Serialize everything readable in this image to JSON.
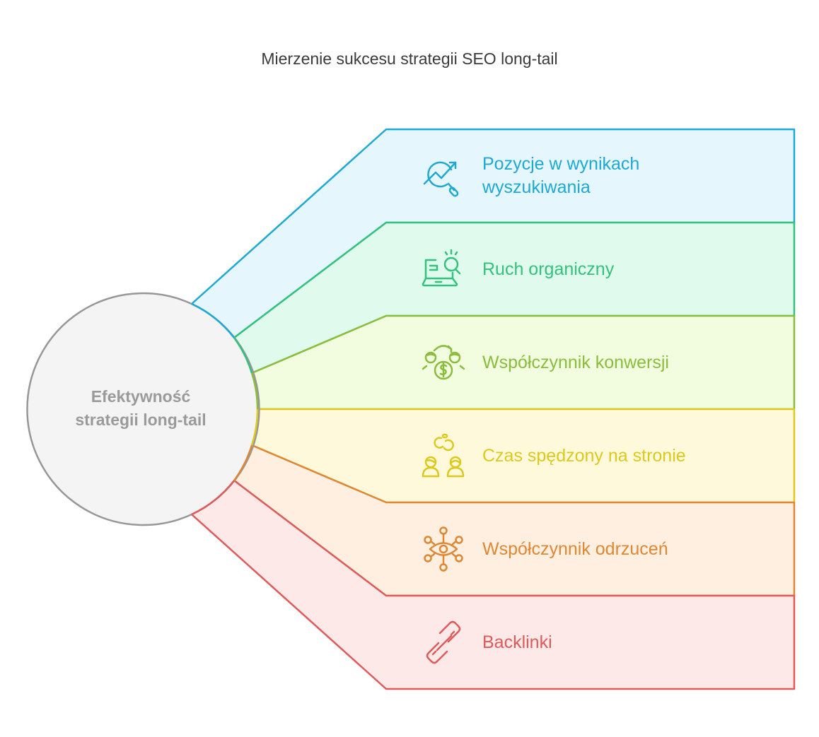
{
  "title": "Mierzenie sukcesu strategii SEO long-tail",
  "center": {
    "line1": "Efektywność",
    "line2": "strategii long-tail",
    "fill": "#f4f4f4",
    "stroke": "#979797"
  },
  "items": [
    {
      "label_line1": "Pozycje w wynikach",
      "label_line2": "wyszukiwania",
      "icon": "search-trend-icon",
      "color": "#1ea9d4",
      "fill": "#e5f7fd"
    },
    {
      "label_line1": "Ruch organiczny",
      "label_line2": "",
      "icon": "laptop-search-icon",
      "color": "#33c27b",
      "fill": "#e0fbee"
    },
    {
      "label_line1": "Współczynnik konwersji",
      "label_line2": "",
      "icon": "money-exchange-icon",
      "color": "#8bbd3c",
      "fill": "#f1fdde"
    },
    {
      "label_line1": "Czas spędzony na stronie",
      "label_line2": "",
      "icon": "users-link-icon",
      "color": "#ddc91d",
      "fill": "#fef9da"
    },
    {
      "label_line1": "Współczynnik odrzuceń",
      "label_line2": "",
      "icon": "eye-network-icon",
      "color": "#e08733",
      "fill": "#feefe1"
    },
    {
      "label_line1": "Backlinki",
      "label_line2": "",
      "icon": "link-icon",
      "color": "#e15a5a",
      "fill": "#fee9e9"
    }
  ]
}
